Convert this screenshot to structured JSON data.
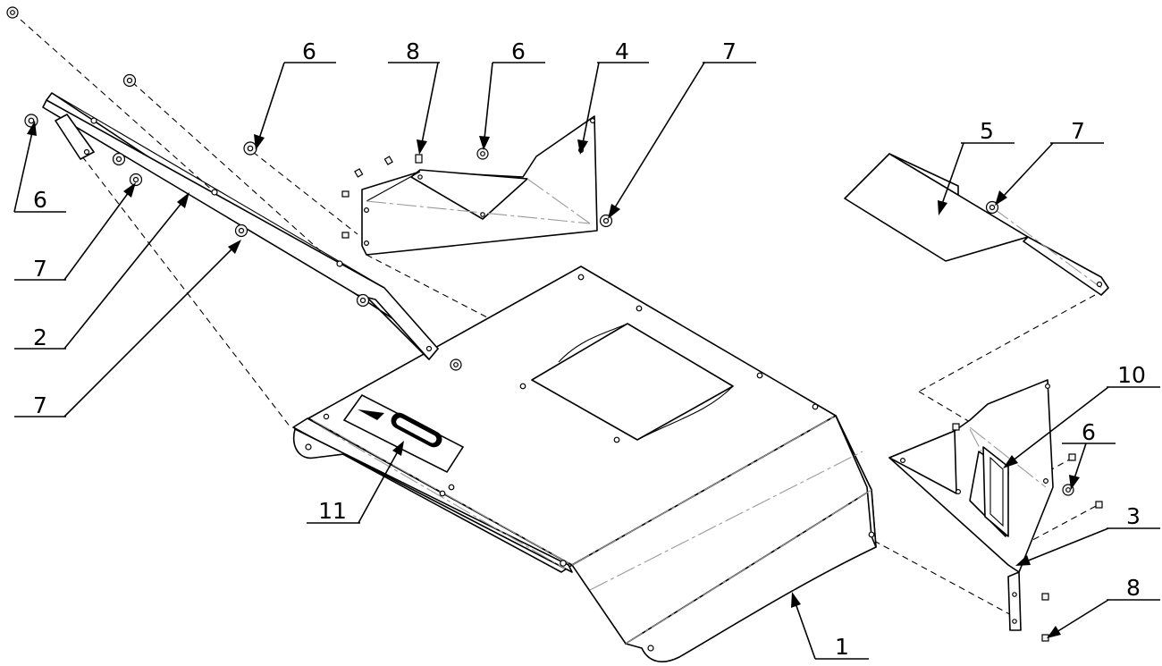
{
  "callouts": [
    {
      "label": "6"
    },
    {
      "label": "8"
    },
    {
      "label": "6"
    },
    {
      "label": "4"
    },
    {
      "label": "7"
    },
    {
      "label": "5"
    },
    {
      "label": "7"
    },
    {
      "label": "6"
    },
    {
      "label": "7"
    },
    {
      "label": "2"
    },
    {
      "label": "7"
    },
    {
      "label": "10"
    },
    {
      "label": "6"
    },
    {
      "label": "3"
    },
    {
      "label": "8"
    },
    {
      "label": "11"
    },
    {
      "label": "1"
    }
  ]
}
